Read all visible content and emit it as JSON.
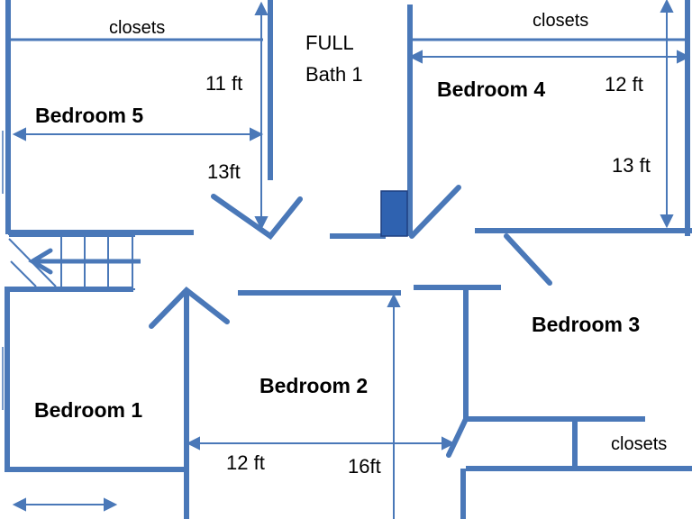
{
  "colors": {
    "wall": "#4a78b8",
    "dimension": "#4a78b8",
    "door_block": "#2f62b0",
    "text": "#000000"
  },
  "rooms": {
    "bedroom5": "Bedroom 5",
    "bedroom4": "Bedroom 4",
    "bedroom3": "Bedroom 3",
    "bedroom2": "Bedroom 2",
    "bedroom1": "Bedroom 1",
    "bath_line1": "FULL",
    "bath_line2": "Bath 1"
  },
  "closets": {
    "bedroom5": "closets",
    "bedroom4": "closets",
    "bedroom3": "closets"
  },
  "dimensions": {
    "bedroom5_height": "11 ft",
    "bedroom5_width": "13ft",
    "bedroom4_width": "12 ft",
    "bedroom4_height": "13 ft",
    "bedroom2_width": "12 ft",
    "bedroom2_height": "16ft"
  }
}
